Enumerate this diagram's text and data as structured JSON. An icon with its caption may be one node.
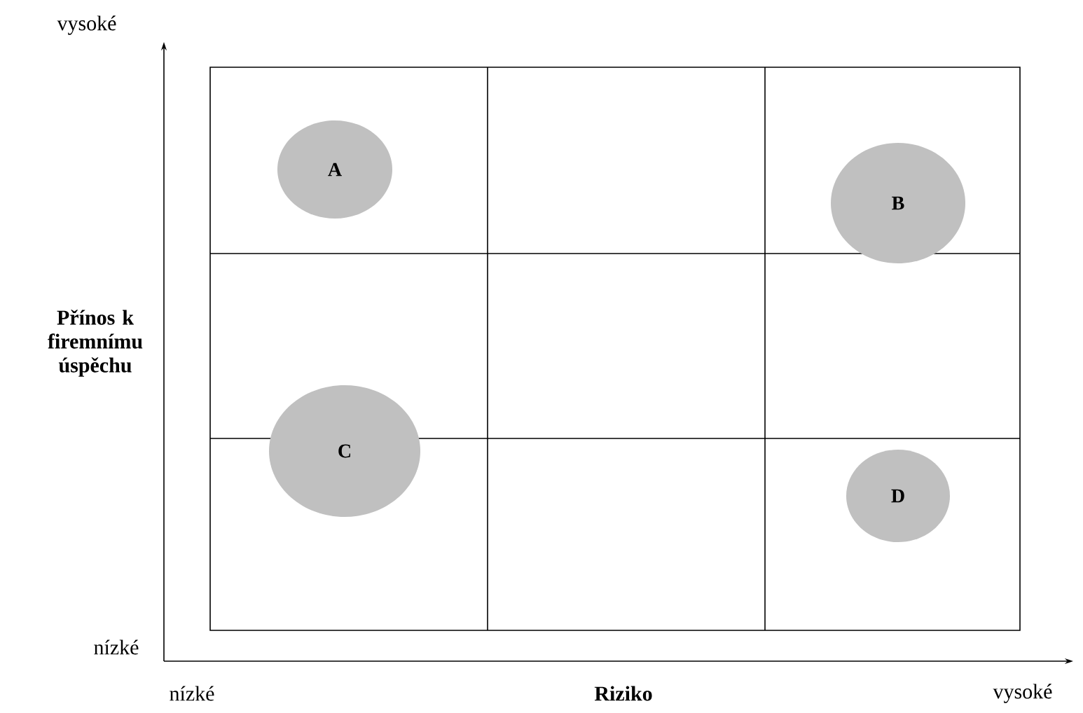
{
  "diagram": {
    "nodes": [
      {
        "text": [
          "A"
        ]
      },
      {
        "text": [
          "B"
        ]
      },
      {
        "text": [
          "C"
        ]
      },
      {
        "text": [
          "D"
        ]
      }
    ],
    "labels": [
      "vysoké",
      "Přínos k firemnímu úspěchu",
      "nízké",
      "nízké",
      "Riziko",
      "vysoké"
    ]
  }
}
